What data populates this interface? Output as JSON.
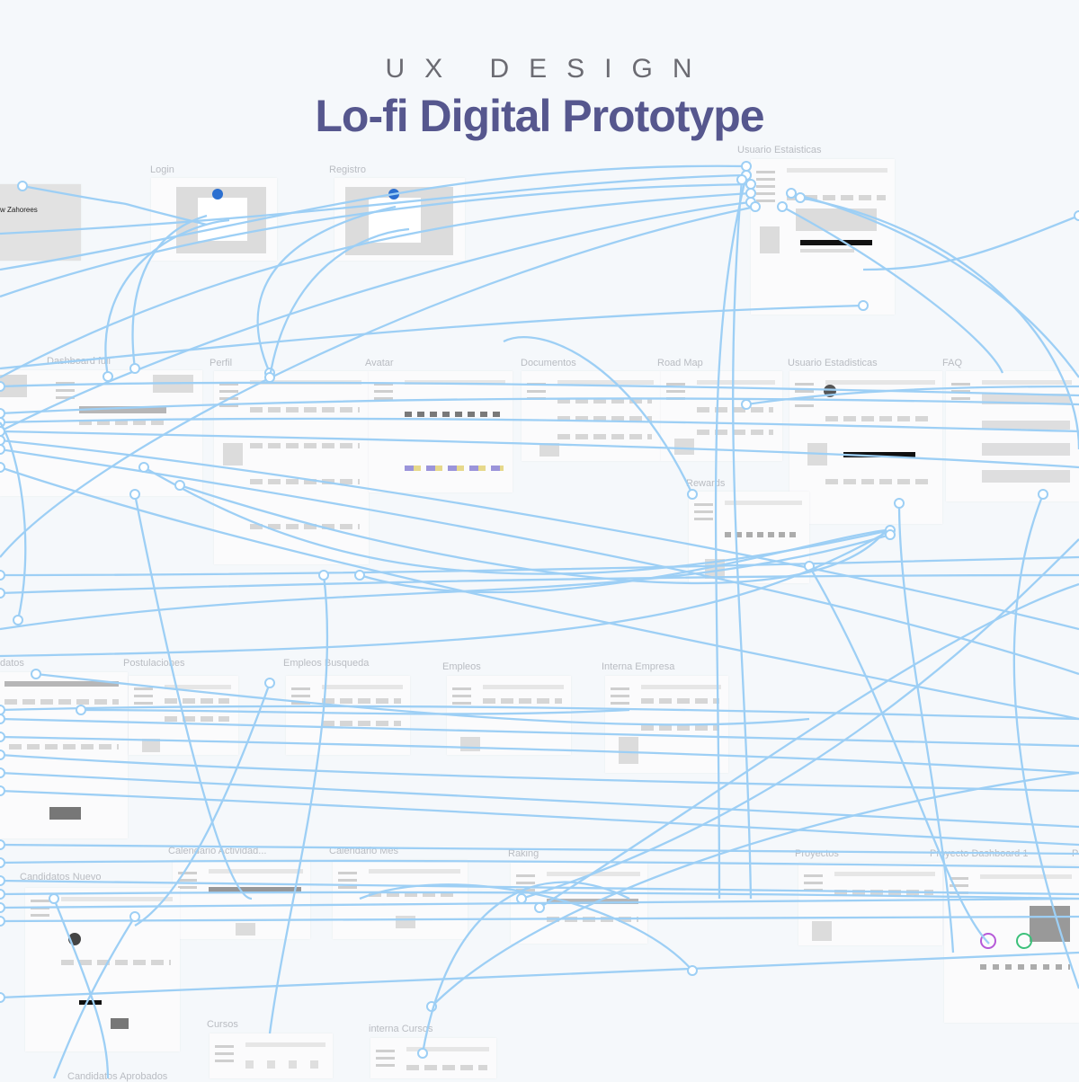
{
  "header": {
    "kicker": "UX DESIGN",
    "title": "Lo-fi Digital Prototype"
  },
  "fragment_text": "w Zahorees",
  "screens": {
    "login": "Login",
    "registro": "Registro",
    "usuario_estaisticas": "Usuario Estaisticas",
    "dashboard_full": "Dashboard full",
    "perfil": "Perfil",
    "avatar": "Avatar",
    "documentos": "Documentos",
    "road_map": "Road Map",
    "usuario_estadisticas": "Usuario Estadisticas",
    "faq": "FAQ",
    "rewards": "Rewards",
    "datos": "datos",
    "postulaciones": "Postulaciones",
    "empleos_busqueda": "Empleos Busqueda",
    "empleos": "Empleos",
    "interna_empresa": "Interna Empresa",
    "calendario_actividad": "Calendario Actividad...",
    "calendario_mes": "Calendario Mes",
    "raking": "Raking",
    "proyectos": "Proyectos",
    "proyecto_dashboard": "Proyecto Dashboard 1",
    "proyecto_extra": "P",
    "candidatos_nuevo": "Candidatos Nuevo",
    "cursos": "Cursos",
    "interna_cursos": "interna Cursos",
    "candidatos_aprobados": "Candidatos Aprobados"
  },
  "colors": {
    "link": "#9dcff5",
    "title": "#56578e",
    "kicker": "#6b6b72",
    "background": "#f5f8fb"
  }
}
